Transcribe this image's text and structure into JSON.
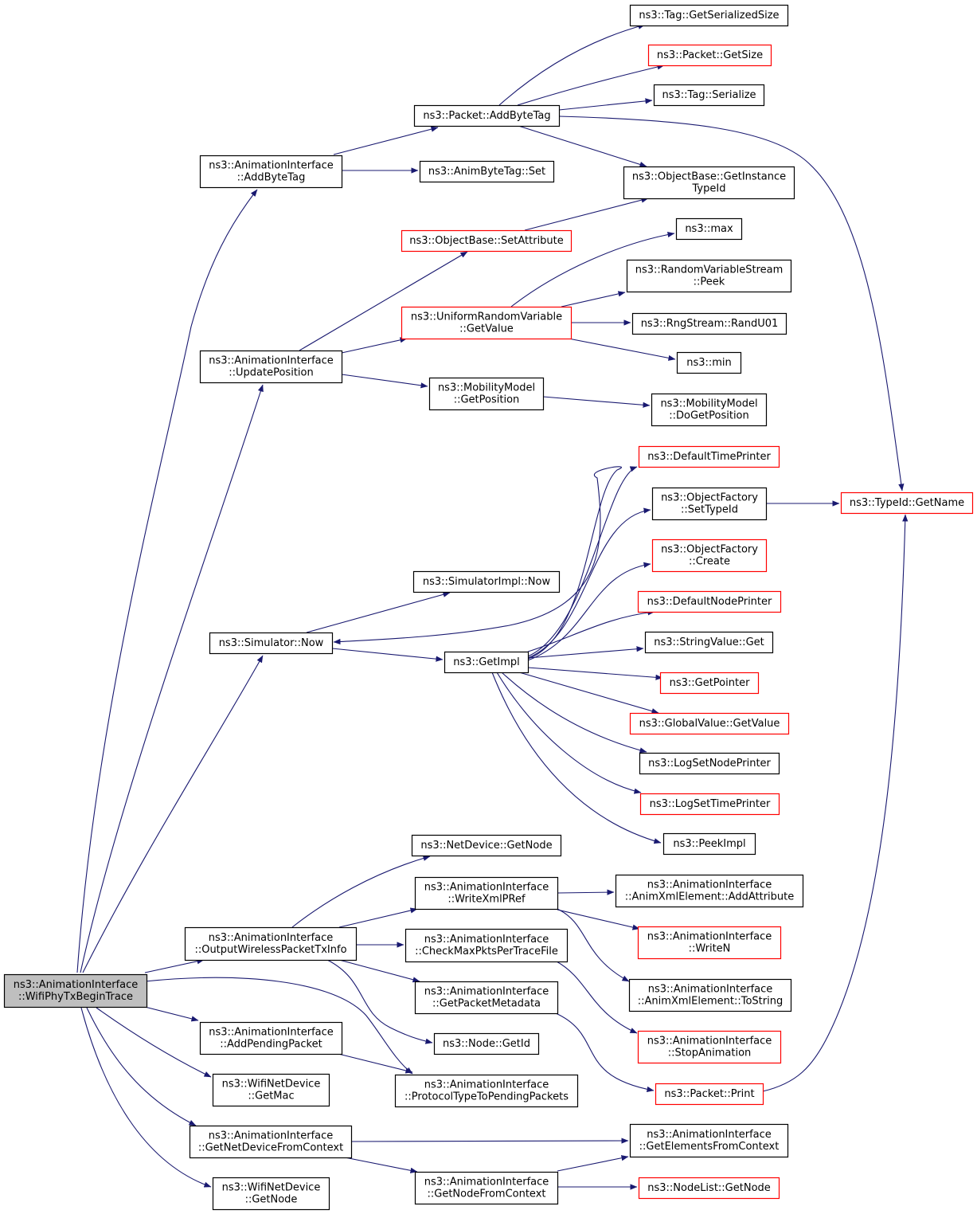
{
  "colors": {
    "edge": "#191970",
    "border_normal": "#000000",
    "border_external": "#ff0000",
    "root_fill": "#bfbfbf"
  },
  "nodes": [
    {
      "id": "root",
      "lines": [
        "ns3::AnimationInterface",
        "::WifiPhyTxBeginTrace"
      ],
      "style": "root"
    },
    {
      "id": "addByteTag",
      "lines": [
        "ns3::AnimationInterface",
        "::AddByteTag"
      ],
      "style": "normal"
    },
    {
      "id": "updatePosition",
      "lines": [
        "ns3::AnimationInterface",
        "::UpdatePosition"
      ],
      "style": "normal"
    },
    {
      "id": "simNow",
      "lines": [
        "ns3::Simulator::Now"
      ],
      "style": "normal"
    },
    {
      "id": "outputWireless",
      "lines": [
        "ns3::AnimationInterface",
        "::OutputWirelessPacketTxInfo"
      ],
      "style": "normal"
    },
    {
      "id": "addPending",
      "lines": [
        "ns3::AnimationInterface",
        "::AddPendingPacket"
      ],
      "style": "normal"
    },
    {
      "id": "wifiGetMac",
      "lines": [
        "ns3::WifiNetDevice",
        "::GetMac"
      ],
      "style": "normal"
    },
    {
      "id": "getNetDevFromCtx",
      "lines": [
        "ns3::AnimationInterface",
        "::GetNetDeviceFromContext"
      ],
      "style": "normal"
    },
    {
      "id": "wifiGetNode",
      "lines": [
        "ns3::WifiNetDevice",
        "::GetNode"
      ],
      "style": "normal"
    },
    {
      "id": "packetAddByteTag",
      "lines": [
        "ns3::Packet::AddByteTag"
      ],
      "style": "normal"
    },
    {
      "id": "animByteTagSet",
      "lines": [
        "ns3::AnimByteTag::Set"
      ],
      "style": "normal"
    },
    {
      "id": "objBaseSetAttr",
      "lines": [
        "ns3::ObjectBase::SetAttribute"
      ],
      "style": "external"
    },
    {
      "id": "uniformGetValue",
      "lines": [
        "ns3::UniformRandomVariable",
        "::GetValue"
      ],
      "style": "external"
    },
    {
      "id": "mobGetPosition",
      "lines": [
        "ns3::MobilityModel",
        "::GetPosition"
      ],
      "style": "normal"
    },
    {
      "id": "simImplNow",
      "lines": [
        "ns3::SimulatorImpl::Now"
      ],
      "style": "normal"
    },
    {
      "id": "getImpl",
      "lines": [
        "ns3::GetImpl"
      ],
      "style": "normal"
    },
    {
      "id": "netDevGetNode",
      "lines": [
        "ns3::NetDevice::GetNode"
      ],
      "style": "normal"
    },
    {
      "id": "writeXmlPRef",
      "lines": [
        "ns3::AnimationInterface",
        "::WriteXmlPRef"
      ],
      "style": "normal"
    },
    {
      "id": "checkMaxPkts",
      "lines": [
        "ns3::AnimationInterface",
        "::CheckMaxPktsPerTraceFile"
      ],
      "style": "normal"
    },
    {
      "id": "getPktMetadata",
      "lines": [
        "ns3::AnimationInterface",
        "::GetPacketMetadata"
      ],
      "style": "normal"
    },
    {
      "id": "nodeGetId",
      "lines": [
        "ns3::Node::GetId"
      ],
      "style": "normal"
    },
    {
      "id": "protoToPending",
      "lines": [
        "ns3::AnimationInterface",
        "::ProtocolTypeToPendingPackets"
      ],
      "style": "normal"
    },
    {
      "id": "getNodeFromCtx",
      "lines": [
        "ns3::AnimationInterface",
        "::GetNodeFromContext"
      ],
      "style": "normal"
    },
    {
      "id": "tagGetSerSize",
      "lines": [
        "ns3::Tag::GetSerializedSize"
      ],
      "style": "normal"
    },
    {
      "id": "packetGetSize",
      "lines": [
        "ns3::Packet::GetSize"
      ],
      "style": "external"
    },
    {
      "id": "tagSerialize",
      "lines": [
        "ns3::Tag::Serialize"
      ],
      "style": "normal"
    },
    {
      "id": "objGetInstTypeId",
      "lines": [
        "ns3::ObjectBase::GetInstance",
        "TypeId"
      ],
      "style": "normal"
    },
    {
      "id": "max",
      "lines": [
        "ns3::max"
      ],
      "style": "normal"
    },
    {
      "id": "rvsPeek",
      "lines": [
        "ns3::RandomVariableStream",
        "::Peek"
      ],
      "style": "normal"
    },
    {
      "id": "randU01",
      "lines": [
        "ns3::RngStream::RandU01"
      ],
      "style": "normal"
    },
    {
      "id": "min",
      "lines": [
        "ns3::min"
      ],
      "style": "normal"
    },
    {
      "id": "mobDoGetPosition",
      "lines": [
        "ns3::MobilityModel",
        "::DoGetPosition"
      ],
      "style": "normal"
    },
    {
      "id": "defTimePrinter",
      "lines": [
        "ns3::DefaultTimePrinter"
      ],
      "style": "external"
    },
    {
      "id": "ofSetTypeId",
      "lines": [
        "ns3::ObjectFactory",
        "::SetTypeId"
      ],
      "style": "normal"
    },
    {
      "id": "ofCreate",
      "lines": [
        "ns3::ObjectFactory",
        "::Create"
      ],
      "style": "external"
    },
    {
      "id": "defNodePrinter",
      "lines": [
        "ns3::DefaultNodePrinter"
      ],
      "style": "external"
    },
    {
      "id": "stringValueGet",
      "lines": [
        "ns3::StringValue::Get"
      ],
      "style": "normal"
    },
    {
      "id": "getPointer",
      "lines": [
        "ns3::GetPointer"
      ],
      "style": "external"
    },
    {
      "id": "globalGetValue",
      "lines": [
        "ns3::GlobalValue::GetValue"
      ],
      "style": "external"
    },
    {
      "id": "logSetNodePrinter",
      "lines": [
        "ns3::LogSetNodePrinter"
      ],
      "style": "normal"
    },
    {
      "id": "logSetTimePrinter",
      "lines": [
        "ns3::LogSetTimePrinter"
      ],
      "style": "external"
    },
    {
      "id": "peekImpl",
      "lines": [
        "ns3::PeekImpl"
      ],
      "style": "normal"
    },
    {
      "id": "xmlAddAttr",
      "lines": [
        "ns3::AnimationInterface",
        "::AnimXmlElement::AddAttribute"
      ],
      "style": "normal"
    },
    {
      "id": "writeN",
      "lines": [
        "ns3::AnimationInterface",
        "::WriteN"
      ],
      "style": "external"
    },
    {
      "id": "xmlToString",
      "lines": [
        "ns3::AnimationInterface",
        "::AnimXmlElement::ToString"
      ],
      "style": "normal"
    },
    {
      "id": "stopAnimation",
      "lines": [
        "ns3::AnimationInterface",
        "::StopAnimation"
      ],
      "style": "external"
    },
    {
      "id": "packetPrint",
      "lines": [
        "ns3::Packet::Print"
      ],
      "style": "external"
    },
    {
      "id": "getElemFromCtx",
      "lines": [
        "ns3::AnimationInterface",
        "::GetElementsFromContext"
      ],
      "style": "normal"
    },
    {
      "id": "nodeListGetNode",
      "lines": [
        "ns3::NodeList::GetNode"
      ],
      "style": "external"
    },
    {
      "id": "typeIdGetName",
      "lines": [
        "ns3::TypeId::GetName"
      ],
      "style": "external"
    }
  ],
  "edges": [
    [
      "root",
      "addByteTag"
    ],
    [
      "root",
      "updatePosition"
    ],
    [
      "root",
      "simNow"
    ],
    [
      "root",
      "outputWireless"
    ],
    [
      "root",
      "addPending"
    ],
    [
      "root",
      "wifiGetMac"
    ],
    [
      "root",
      "getNetDevFromCtx"
    ],
    [
      "root",
      "wifiGetNode"
    ],
    [
      "root",
      "protoToPending"
    ],
    [
      "addByteTag",
      "packetAddByteTag"
    ],
    [
      "addByteTag",
      "animByteTagSet"
    ],
    [
      "packetAddByteTag",
      "tagGetSerSize"
    ],
    [
      "packetAddByteTag",
      "packetGetSize"
    ],
    [
      "packetAddByteTag",
      "tagSerialize"
    ],
    [
      "packetAddByteTag",
      "objGetInstTypeId"
    ],
    [
      "packetAddByteTag",
      "typeIdGetName"
    ],
    [
      "updatePosition",
      "objBaseSetAttr"
    ],
    [
      "updatePosition",
      "uniformGetValue"
    ],
    [
      "updatePosition",
      "mobGetPosition"
    ],
    [
      "objBaseSetAttr",
      "objGetInstTypeId"
    ],
    [
      "uniformGetValue",
      "max"
    ],
    [
      "uniformGetValue",
      "rvsPeek"
    ],
    [
      "uniformGetValue",
      "randU01"
    ],
    [
      "uniformGetValue",
      "min"
    ],
    [
      "mobGetPosition",
      "mobDoGetPosition"
    ],
    [
      "simNow",
      "simImplNow"
    ],
    [
      "simNow",
      "getImpl"
    ],
    [
      "getImpl",
      "defTimePrinter"
    ],
    [
      "getImpl",
      "ofSetTypeId"
    ],
    [
      "getImpl",
      "ofCreate"
    ],
    [
      "getImpl",
      "defNodePrinter"
    ],
    [
      "getImpl",
      "stringValueGet"
    ],
    [
      "getImpl",
      "getPointer"
    ],
    [
      "getImpl",
      "globalGetValue"
    ],
    [
      "getImpl",
      "logSetNodePrinter"
    ],
    [
      "getImpl",
      "logSetTimePrinter"
    ],
    [
      "getImpl",
      "peekImpl"
    ],
    [
      "getImpl",
      "simNow"
    ],
    [
      "ofSetTypeId",
      "typeIdGetName"
    ],
    [
      "outputWireless",
      "netDevGetNode"
    ],
    [
      "outputWireless",
      "writeXmlPRef"
    ],
    [
      "outputWireless",
      "checkMaxPkts"
    ],
    [
      "outputWireless",
      "getPktMetadata"
    ],
    [
      "outputWireless",
      "nodeGetId"
    ],
    [
      "writeXmlPRef",
      "xmlAddAttr"
    ],
    [
      "writeXmlPRef",
      "writeN"
    ],
    [
      "writeXmlPRef",
      "xmlToString"
    ],
    [
      "checkMaxPkts",
      "stopAnimation"
    ],
    [
      "getPktMetadata",
      "packetPrint"
    ],
    [
      "packetPrint",
      "typeIdGetName"
    ],
    [
      "addPending",
      "protoToPending"
    ],
    [
      "getNetDevFromCtx",
      "getElemFromCtx"
    ],
    [
      "getNetDevFromCtx",
      "getNodeFromCtx"
    ],
    [
      "getNodeFromCtx",
      "getElemFromCtx"
    ],
    [
      "getNodeFromCtx",
      "nodeListGetNode"
    ]
  ]
}
